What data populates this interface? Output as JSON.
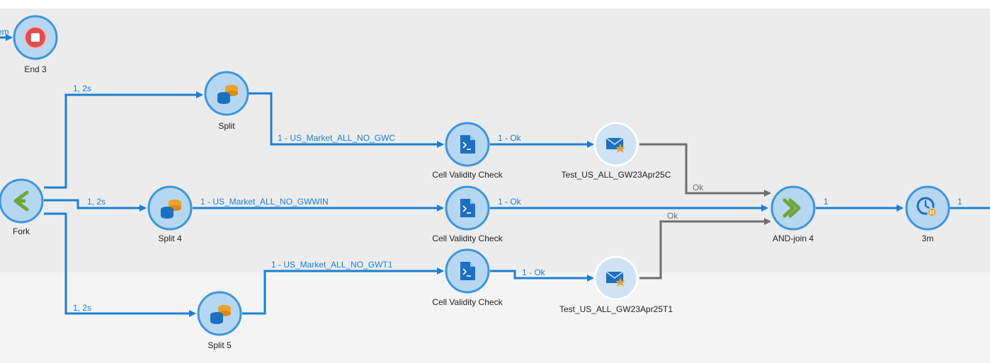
{
  "colors": {
    "link": "#1a7fd4",
    "link_ok": "#6e6e6e",
    "node_fill": "#b6d7f2",
    "node_ring": "#3d96dc",
    "icon": "#1d6fc1",
    "end_ring": "#de5050",
    "fork_green": "#6fa53b",
    "timer_orange": "#f0a128"
  },
  "nodes": {
    "end3": {
      "label": "End 3",
      "icon": "stop-icon"
    },
    "fork": {
      "label": "Fork",
      "icon": "fork-icon"
    },
    "split": {
      "label": "Split",
      "icon": "database-icon"
    },
    "split4": {
      "label": "Split 4",
      "icon": "database-icon"
    },
    "split5": {
      "label": "Split 5",
      "icon": "database-icon"
    },
    "cvc1": {
      "label": "Cell Validity Check",
      "icon": "script-icon"
    },
    "cvc2": {
      "label": "Cell Validity Check",
      "icon": "script-icon"
    },
    "cvc3": {
      "label": "Cell Validity Check",
      "icon": "script-icon"
    },
    "test_c": {
      "label": "Test_US_ALL_GW23Apr25C",
      "icon": "email-delivery-icon"
    },
    "test_t1": {
      "label": "Test_US_ALL_GW23Apr25T1",
      "icon": "email-delivery-icon"
    },
    "andjoin": {
      "label": "AND-join 4",
      "icon": "and-join-icon"
    },
    "wait": {
      "label": "3m",
      "icon": "clock-icon"
    }
  },
  "transitions": {
    "offscreen_in": "em",
    "fork_split": "1, 2s",
    "fork_split4": "1, 2s",
    "fork_split5": "1, 2s",
    "split_cvc1": "1 - US_Market_ALL_NO_GWC",
    "split4_cvc2": "1 - US_Market_ALL_NO_GWWIN",
    "split5_cvc3": "1 - US_Market_ALL_NO_GWT1",
    "cvc1_test": "1 - Ok",
    "cvc2_join": "1 - Ok",
    "cvc3_test": "1 - Ok",
    "test_c_join": "Ok",
    "test_t1_join": "Ok",
    "join_wait": "1",
    "wait_out": "1"
  }
}
